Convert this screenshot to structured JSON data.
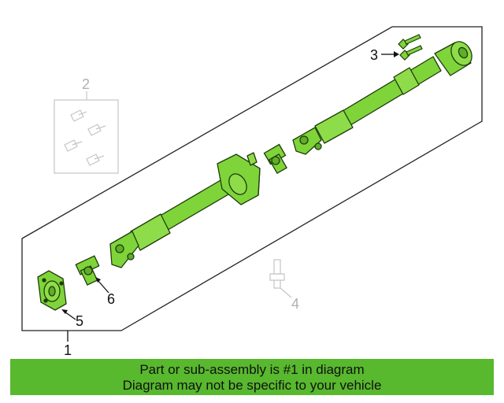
{
  "colors": {
    "part_fill": "#7fd43a",
    "part_stroke": "#1e3d0a",
    "ghost_stroke": "#c4c4c4",
    "ghost_text": "#b0b0b0",
    "banner_bg": "#58b82e"
  },
  "callouts": {
    "c1": "1",
    "c2": "2",
    "c3": "3",
    "c4": "4",
    "c5": "5",
    "c6": "6"
  },
  "banner": {
    "line1": "Part or sub-assembly is #1 in diagram",
    "line2": "Diagram may not be specific to your vehicle"
  }
}
